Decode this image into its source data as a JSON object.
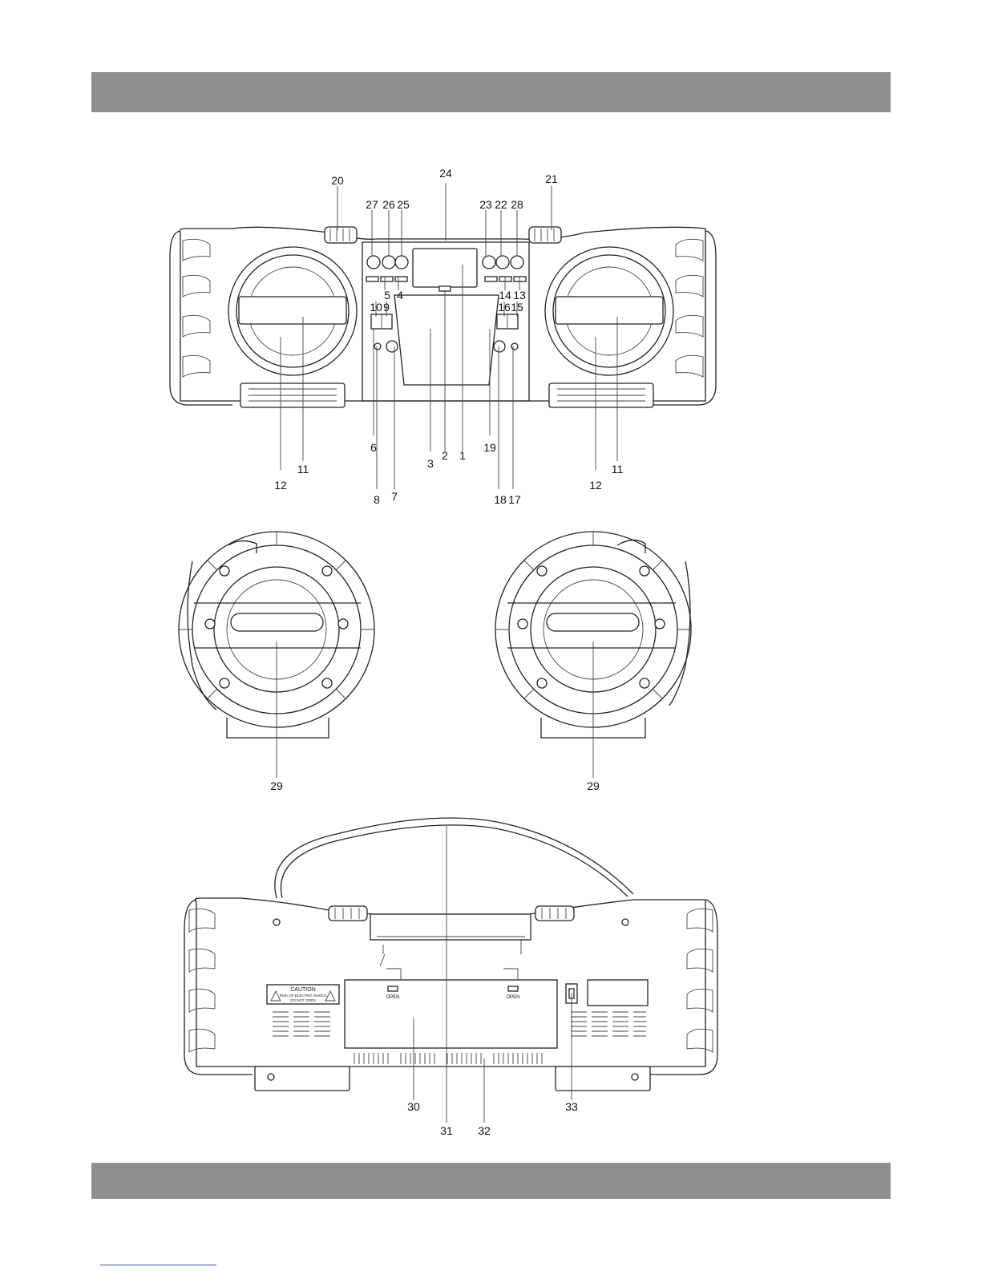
{
  "front_labels": [
    "20",
    "27",
    "26",
    "25",
    "24",
    "23",
    "22",
    "28",
    "21",
    "1",
    "2",
    "3",
    "4",
    "5",
    "6",
    "7",
    "8",
    "9",
    "10",
    "11",
    "12",
    "11",
    "12",
    "13",
    "14",
    "15",
    "16",
    "17",
    "18",
    "19"
  ],
  "side_labels": [
    "29",
    "29"
  ],
  "back_labels": [
    "30",
    "31",
    "32",
    "33"
  ],
  "caution": {
    "title": "CAUTION",
    "line1": "RISK OF ELECTRIC SHOCK",
    "line2": "DO NOT OPEN"
  },
  "open_label": "OPEN"
}
